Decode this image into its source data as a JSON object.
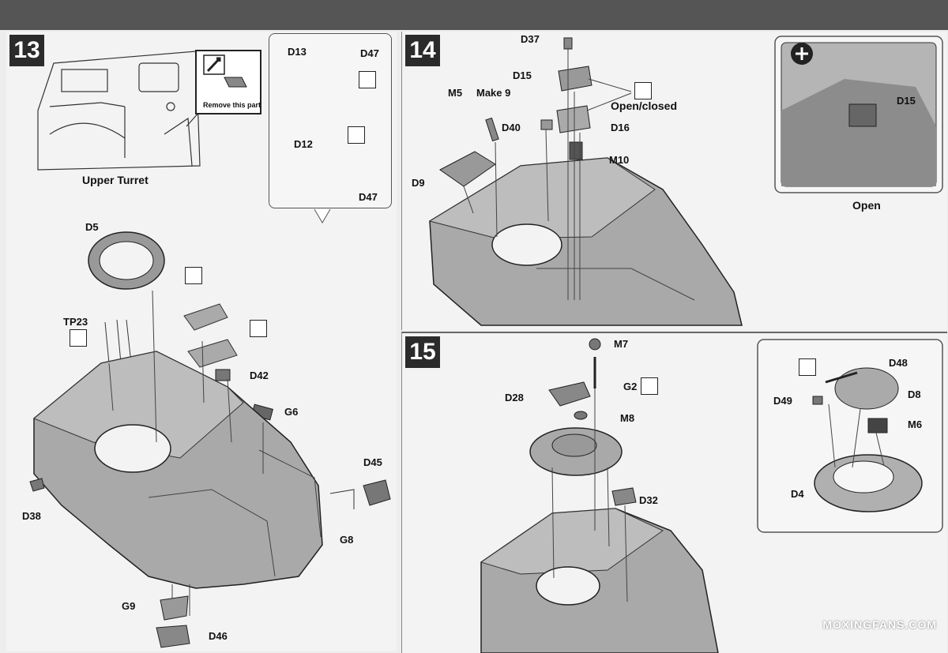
{
  "steps": {
    "s13": "13",
    "s14": "14",
    "s15": "15"
  },
  "step13": {
    "upper_turret": "Upper Turret",
    "remove_part": "Remove this part",
    "inset": {
      "d13": "D13",
      "d47a": "D47",
      "d12": "D12",
      "d47b": "D47"
    },
    "parts": {
      "d5": "D5",
      "tp23": "TP23",
      "d42": "D42",
      "g6": "G6",
      "d45": "D45",
      "d38": "D38",
      "g8": "G8",
      "g9": "G9",
      "d46": "D46"
    }
  },
  "step14": {
    "parts": {
      "d37": "D37",
      "d15": "D15",
      "m5": "M5",
      "make9": "Make 9",
      "open_closed": "Open/closed",
      "d40": "D40",
      "d16": "D16",
      "m10": "M10",
      "d9": "D9"
    },
    "detail": {
      "d15": "D15",
      "open": "Open"
    }
  },
  "step15": {
    "parts": {
      "m7": "M7",
      "g2": "G2",
      "d28": "D28",
      "m8": "M8",
      "d32": "D32"
    },
    "inset": {
      "d48": "D48",
      "d8": "D8",
      "d49": "D49",
      "m6": "M6",
      "d4": "D4"
    }
  },
  "watermark": "MOXINGFANS.COM"
}
